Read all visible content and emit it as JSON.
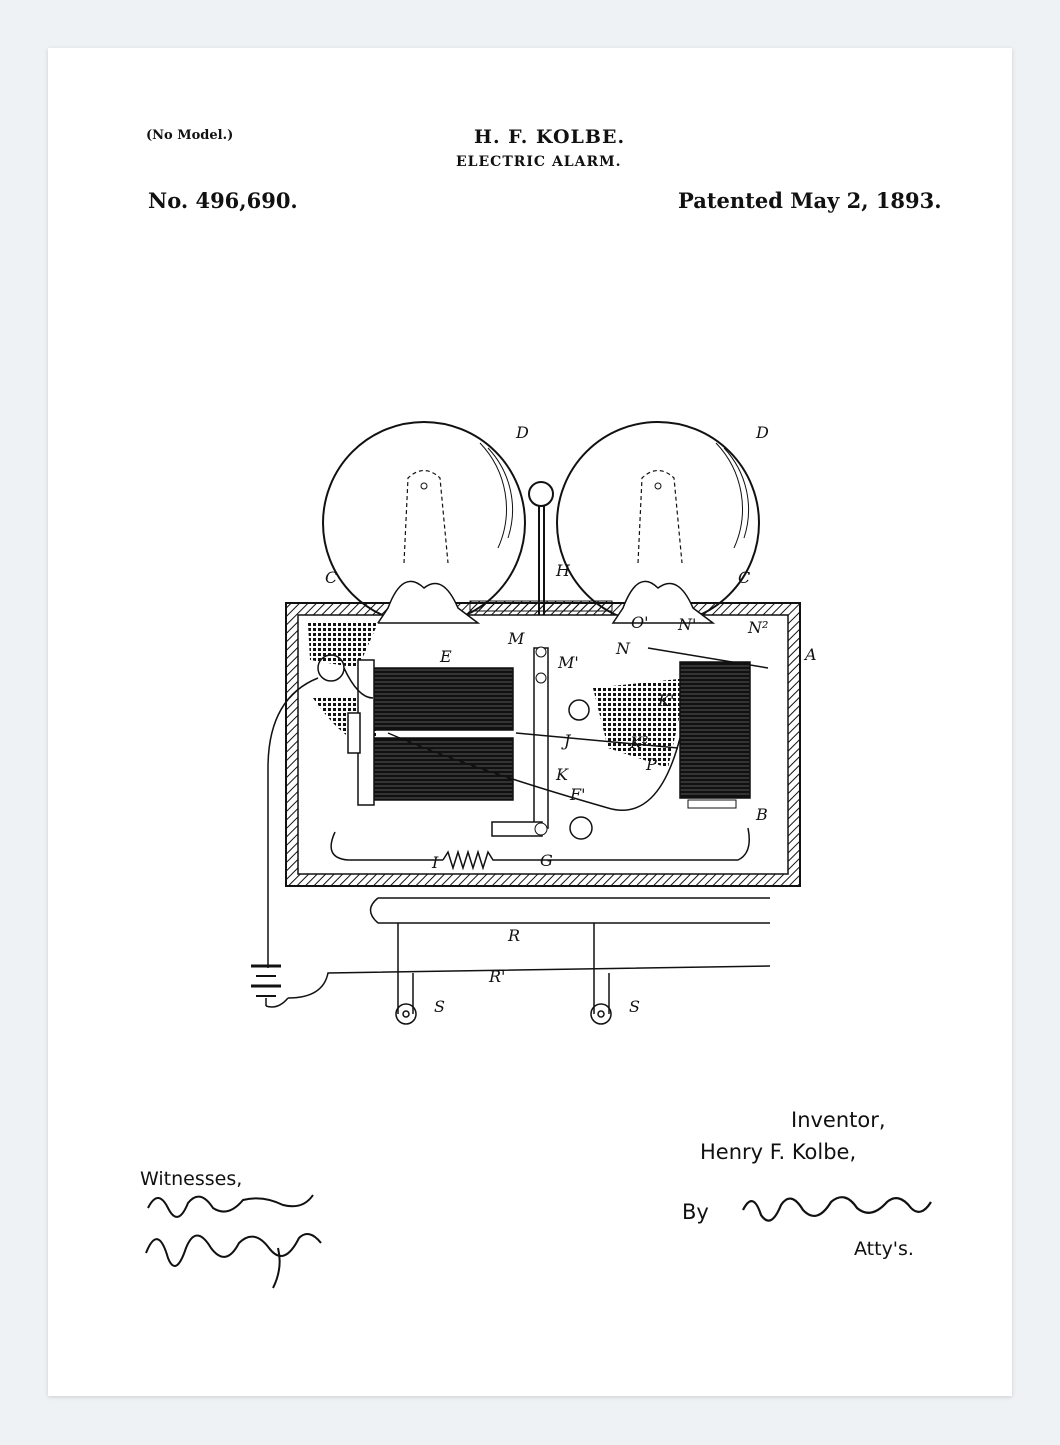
{
  "header": {
    "model_note": "(No Model.)",
    "inventor": "H. F. KOLBE.",
    "title": "ELECTRIC ALARM.",
    "patent_number": "No. 496,690.",
    "patent_date": "Patented May 2, 1893."
  },
  "figure_labels": {
    "D1": "D",
    "D2": "D",
    "C1": "C",
    "C2": "C",
    "H": "H",
    "O1": "O'",
    "N1": "N'",
    "N2": "N²",
    "A": "A",
    "M": "M",
    "M1": "M'",
    "N": "N",
    "E": "E",
    "K1": "K'",
    "J": "J",
    "K2": "K²",
    "P": "P",
    "K": "K",
    "F1": "F'",
    "B": "B",
    "I": "I",
    "G": "G",
    "R": "R",
    "R1": "R'",
    "S1": "S",
    "S2": "S"
  },
  "footer": {
    "witnesses_label": "Witnesses,",
    "inventor_label": "Inventor,",
    "inventor_signature": "Henry F. Kolbe,",
    "by_label": "By",
    "attorneys_label": "Atty's."
  }
}
